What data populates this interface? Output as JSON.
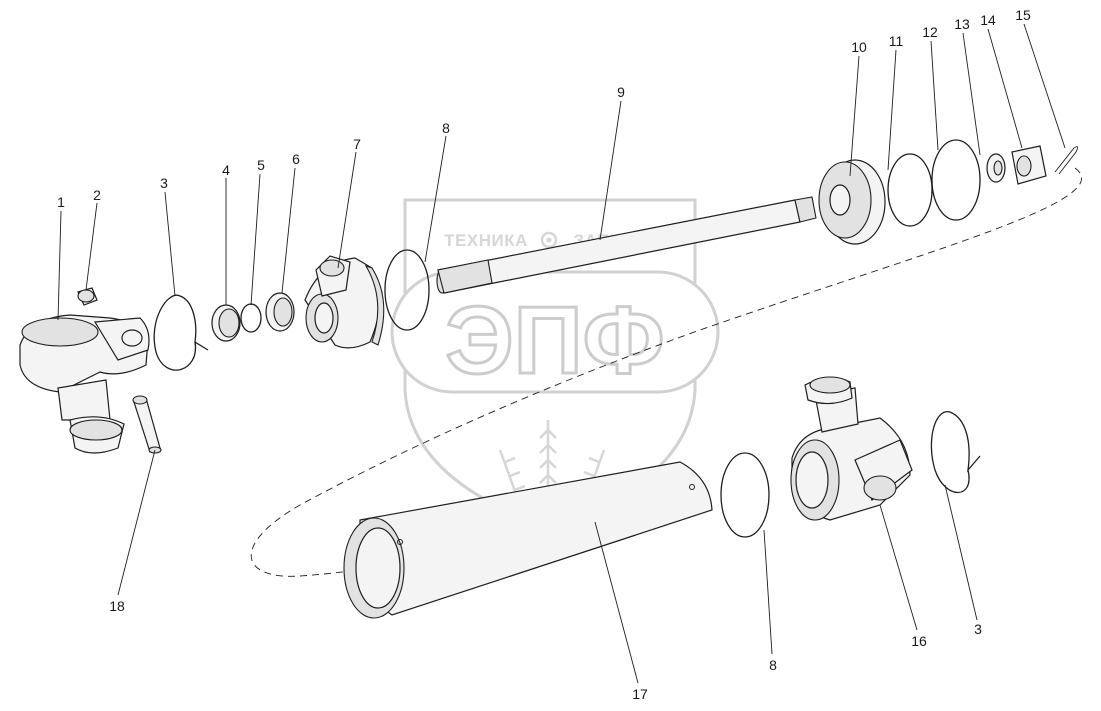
{
  "watermark": {
    "brand": "ЭПФ",
    "line": "ТЕХНИКА",
    "line2": "ЗАПЧАСТИ"
  },
  "callouts": [
    {
      "id": "1",
      "text": "1"
    },
    {
      "id": "2",
      "text": "2"
    },
    {
      "id": "3a",
      "text": "3"
    },
    {
      "id": "4",
      "text": "4"
    },
    {
      "id": "5",
      "text": "5"
    },
    {
      "id": "6",
      "text": "6"
    },
    {
      "id": "7",
      "text": "7"
    },
    {
      "id": "8a",
      "text": "8"
    },
    {
      "id": "9",
      "text": "9"
    },
    {
      "id": "10",
      "text": "10"
    },
    {
      "id": "11",
      "text": "11"
    },
    {
      "id": "12",
      "text": "12"
    },
    {
      "id": "13",
      "text": "13"
    },
    {
      "id": "14",
      "text": "14"
    },
    {
      "id": "15",
      "text": "15"
    },
    {
      "id": "16",
      "text": "16"
    },
    {
      "id": "3b",
      "text": "3"
    },
    {
      "id": "8b",
      "text": "8"
    },
    {
      "id": "17",
      "text": "17"
    },
    {
      "id": "18",
      "text": "18"
    }
  ]
}
